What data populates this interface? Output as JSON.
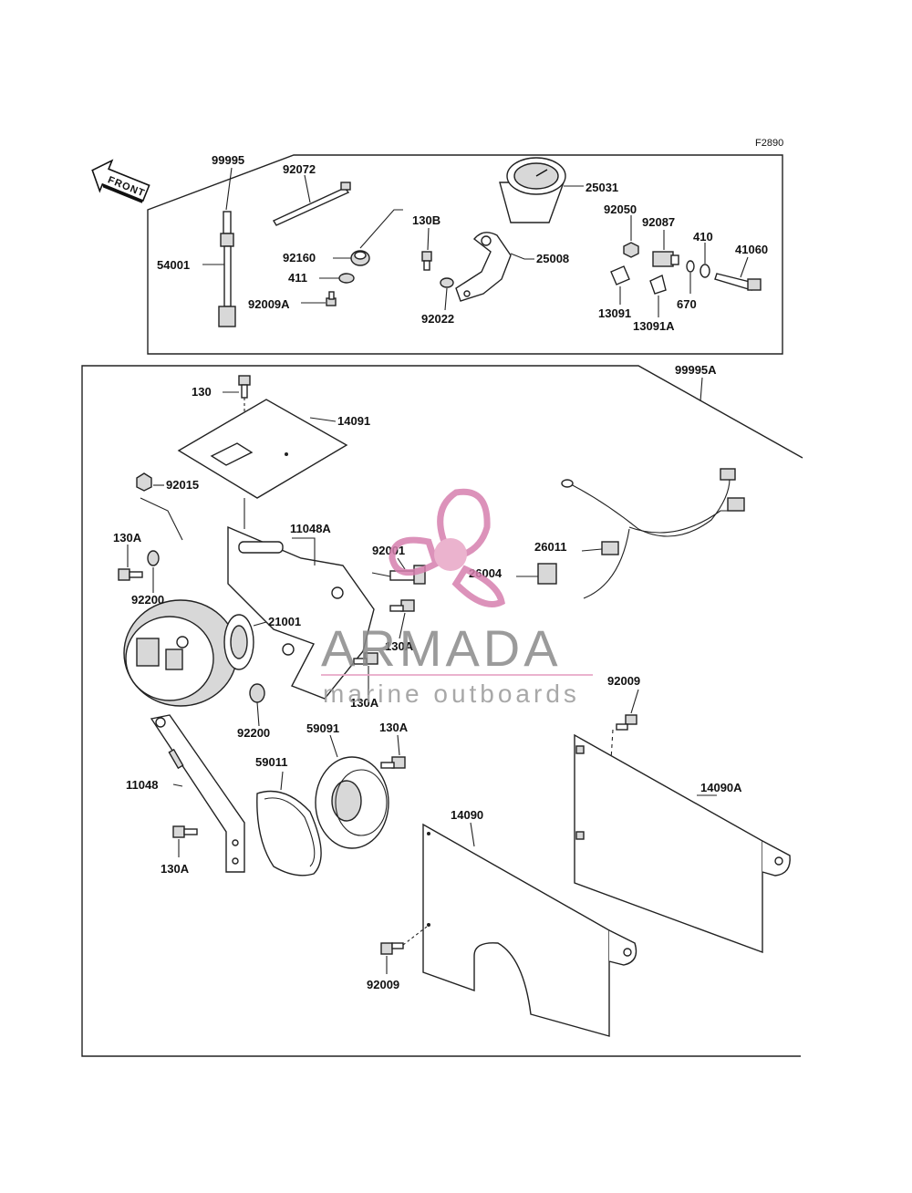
{
  "figure_code": "F2890",
  "front_label": "FRONT",
  "watermark": {
    "brand": "ARMADA",
    "tagline": "marine outboards",
    "accent": "#e8a6c6",
    "accent_dark": "#d67fae"
  },
  "top_labels": {
    "p99995": "99995",
    "p92072": "92072",
    "p25031": "25031",
    "p130B": "130B",
    "p92050": "92050",
    "p92087": "92087",
    "p410": "410",
    "p41060": "41060",
    "p92160": "92160",
    "p25008": "25008",
    "p54001": "54001",
    "p411": "411",
    "p92009A": "92009A",
    "p92022": "92022",
    "p13091": "13091",
    "p670": "670",
    "p13091A": "13091A"
  },
  "bottom_labels": {
    "p99995A": "99995A",
    "p130": "130",
    "p14091": "14091",
    "p92015": "92015",
    "p11048A": "11048A",
    "p130A_1": "130A",
    "p92001": "92001",
    "p26011": "26011",
    "p26004": "26004",
    "p92200_1": "92200",
    "p21001": "21001",
    "p130A_2": "130A",
    "p130A_3": "130A",
    "p92009_1": "92009",
    "p92200_2": "92200",
    "p59091": "59091",
    "p130A_4": "130A",
    "p59011": "59011",
    "p11048": "11048",
    "p14090A": "14090A",
    "p14090": "14090",
    "p130A_5": "130A",
    "p92009_2": "92009"
  }
}
